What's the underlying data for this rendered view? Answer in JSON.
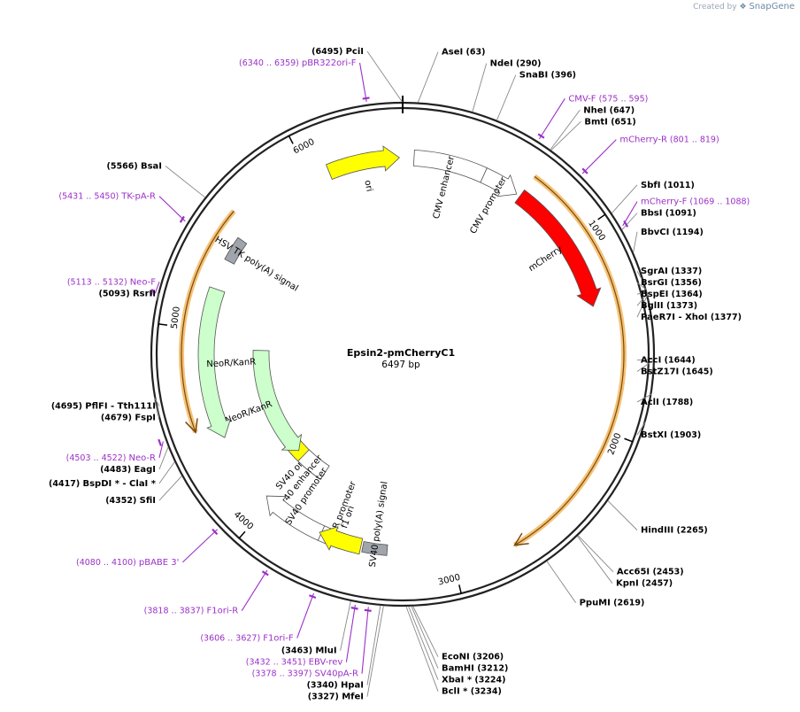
{
  "header": {
    "created_by": "Created by",
    "brand": "SnapGene"
  },
  "plasmid": {
    "name": "Epsin2-pmCherryC1",
    "size_label": "6497 bp",
    "length": 6497
  },
  "ticks": [
    {
      "pos": 1000,
      "label": "1000"
    },
    {
      "pos": 2000,
      "label": "2000"
    },
    {
      "pos": 3000,
      "label": "3000"
    },
    {
      "pos": 4000,
      "label": "4000"
    },
    {
      "pos": 5000,
      "label": "5000"
    },
    {
      "pos": 6000,
      "label": "6000"
    }
  ],
  "enzymes": [
    {
      "name": "PciI",
      "pos": 6495,
      "pos_label": "(6495)",
      "side": "left"
    },
    {
      "name": "AseI",
      "pos": 63,
      "pos_label": "(63)",
      "side": "right"
    },
    {
      "name": "NdeI",
      "pos": 290,
      "pos_label": "(290)",
      "side": "right"
    },
    {
      "name": "SnaBI",
      "pos": 396,
      "pos_label": "(396)",
      "side": "right"
    },
    {
      "name": "NheI",
      "pos": 647,
      "pos_label": "(647)",
      "side": "right"
    },
    {
      "name": "BmtI",
      "pos": 651,
      "pos_label": "(651)",
      "side": "right"
    },
    {
      "name": "SbfI",
      "pos": 1011,
      "pos_label": "(1011)",
      "side": "right"
    },
    {
      "name": "BbsI",
      "pos": 1091,
      "pos_label": "(1091)",
      "side": "right"
    },
    {
      "name": "BbvCI",
      "pos": 1194,
      "pos_label": "(1194)",
      "side": "right"
    },
    {
      "name": "SgrAI",
      "pos": 1337,
      "pos_label": "(1337)",
      "side": "right"
    },
    {
      "name": "BsrGI",
      "pos": 1356,
      "pos_label": "(1356)",
      "side": "right"
    },
    {
      "name": "BspEI",
      "pos": 1364,
      "pos_label": "(1364)",
      "side": "right"
    },
    {
      "name": "BglII",
      "pos": 1373,
      "pos_label": "(1373)",
      "side": "right"
    },
    {
      "name": "PaeR7I - XhoI",
      "pos": 1377,
      "pos_label": "(1377)",
      "side": "right"
    },
    {
      "name": "AccI",
      "pos": 1644,
      "pos_label": "(1644)",
      "side": "right"
    },
    {
      "name": "BstZ17I",
      "pos": 1645,
      "pos_label": "(1645)",
      "side": "right"
    },
    {
      "name": "AclI",
      "pos": 1788,
      "pos_label": "(1788)",
      "side": "right"
    },
    {
      "name": "BstXI",
      "pos": 1903,
      "pos_label": "(1903)",
      "side": "right"
    },
    {
      "name": "HindIII",
      "pos": 2265,
      "pos_label": "(2265)",
      "side": "right"
    },
    {
      "name": "Acc65I",
      "pos": 2453,
      "pos_label": "(2453)",
      "side": "right"
    },
    {
      "name": "KpnI",
      "pos": 2457,
      "pos_label": "(2457)",
      "side": "right"
    },
    {
      "name": "PpuMI",
      "pos": 2619,
      "pos_label": "(2619)",
      "side": "right"
    },
    {
      "name": "EcoNI",
      "pos": 3206,
      "pos_label": "(3206)",
      "side": "right"
    },
    {
      "name": "BamHI",
      "pos": 3212,
      "pos_label": "(3212)",
      "side": "right"
    },
    {
      "name": "XbaI *",
      "pos": 3224,
      "pos_label": "(3224)",
      "side": "right"
    },
    {
      "name": "BclI *",
      "pos": 3234,
      "pos_label": "(3234)",
      "side": "right"
    },
    {
      "name": "MfeI",
      "pos": 3327,
      "pos_label": "(3327)",
      "side": "left"
    },
    {
      "name": "HpaI",
      "pos": 3340,
      "pos_label": "(3340)",
      "side": "left"
    },
    {
      "name": "MluI",
      "pos": 3463,
      "pos_label": "(3463)",
      "side": "left"
    },
    {
      "name": "SfiI",
      "pos": 4352,
      "pos_label": "(4352)",
      "side": "left"
    },
    {
      "name": "BspDI * - ClaI *",
      "pos": 4417,
      "pos_label": "(4417)",
      "side": "left"
    },
    {
      "name": "EagI",
      "pos": 4483,
      "pos_label": "(4483)",
      "side": "left"
    },
    {
      "name": "FspI",
      "pos": 4679,
      "pos_label": "(4679)",
      "side": "left"
    },
    {
      "name": "PflFI - Tth111I",
      "pos": 4695,
      "pos_label": "(4695)",
      "side": "left"
    },
    {
      "name": "RsrII",
      "pos": 5093,
      "pos_label": "(5093)",
      "side": "left"
    },
    {
      "name": "BsaI",
      "pos": 5566,
      "pos_label": "(5566)",
      "side": "left"
    }
  ],
  "primers": [
    {
      "name": "pBR322ori-F",
      "range": "(6340 .. 6359)",
      "pos": 6350,
      "side": "left"
    },
    {
      "name": "CMV-F",
      "range": "(575 .. 595)",
      "pos": 585,
      "side": "right"
    },
    {
      "name": "mCherry-R",
      "range": "(801 .. 819)",
      "pos": 810,
      "side": "right"
    },
    {
      "name": "mCherry-F",
      "range": "(1069 .. 1088)",
      "pos": 1078,
      "side": "right"
    },
    {
      "name": "SV40pA-R",
      "range": "(3378 .. 3397)",
      "pos": 3388,
      "side": "left"
    },
    {
      "name": "EBV-rev",
      "range": "(3432 .. 3451)",
      "pos": 3442,
      "side": "left"
    },
    {
      "name": "F1ori-F",
      "range": "(3606 .. 3627)",
      "pos": 3617,
      "side": "left"
    },
    {
      "name": "F1ori-R",
      "range": "(3818 .. 3837)",
      "pos": 3828,
      "side": "left"
    },
    {
      "name": "pBABE 3'",
      "range": "(4080 .. 4100)",
      "pos": 4090,
      "side": "left"
    },
    {
      "name": "Neo-R",
      "range": "(4503 .. 4522)",
      "pos": 4512,
      "side": "left"
    },
    {
      "name": "Neo-F",
      "range": "(5113 .. 5132)",
      "pos": 5122,
      "side": "left"
    },
    {
      "name": "TK-pA-R",
      "range": "(5431 .. 5450)",
      "pos": 5440,
      "side": "left"
    }
  ],
  "features": [
    {
      "name": "ori",
      "start": 6100,
      "end": 6480,
      "ring": "mid",
      "dir": 1,
      "color": "#ffff00"
    },
    {
      "name": "CMV enhancer",
      "start": 60,
      "end": 440,
      "ring": "mid",
      "dir": 0,
      "color": "#ffffff"
    },
    {
      "name": "CMV promoter",
      "start": 440,
      "end": 640,
      "ring": "mid",
      "dir": 1,
      "color": "#ffffff"
    },
    {
      "name": "mCherry",
      "start": 660,
      "end": 1370,
      "ring": "mid",
      "dir": 1,
      "color": "#ff0000"
    },
    {
      "name": "SV40 ori",
      "start": 3850,
      "end": 4200,
      "ring": "inner",
      "dir": 0,
      "color": "#ffff00"
    },
    {
      "name": "SV40 enhancer",
      "start": 3850,
      "end": 4050,
      "ring": "inner",
      "dir": 0,
      "color": "#ffffff"
    },
    {
      "name": "SV40 promoter",
      "start": 3690,
      "end": 4040,
      "ring": "mid",
      "dir": 1,
      "color": "#ffffff"
    },
    {
      "name": "AmpR promoter",
      "start": 3570,
      "end": 3690,
      "ring": "mid",
      "dir": 0,
      "color": "#ffffff"
    },
    {
      "name": "f1 ori",
      "start": 3470,
      "end": 3700,
      "ring": "mid",
      "dir": 1,
      "color": "#ffff00"
    },
    {
      "name": "SV40 poly(A) signal",
      "start": 3330,
      "end": 3460,
      "ring": "mid",
      "dir": 0,
      "color": "#a0a4ab"
    },
    {
      "name": "NeoR/KanR",
      "start": 4100,
      "end": 4900,
      "ring": "inner",
      "dir": -1,
      "color": "#ccffcc"
    },
    {
      "name": "NeoR/KanR",
      "start": 4420,
      "end": 5220,
      "ring": "mid",
      "dir": -1,
      "color": "#ccffcc"
    },
    {
      "name": "HSV TK poly(A) signal",
      "start": 5380,
      "end": 5510,
      "ring": "mid",
      "dir": 0,
      "color": "#a0a4ab"
    }
  ],
  "orfs": [
    {
      "start": 660,
      "end": 2700,
      "dir": 1
    },
    {
      "start": 4500,
      "end": 5600,
      "dir": -1
    }
  ],
  "colors": {
    "backbone": "#222222",
    "primer": "#9b30c8",
    "orf": "#f5c275",
    "mcherry": "#ff0000",
    "ori": "#ffff00",
    "neo": "#ccffcc"
  }
}
